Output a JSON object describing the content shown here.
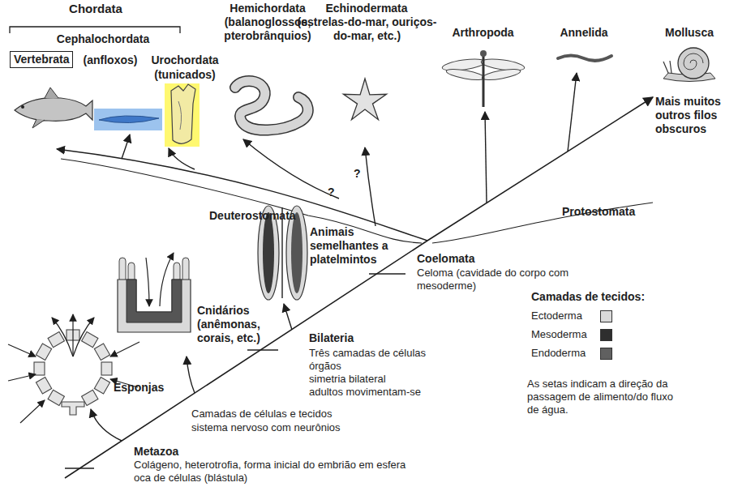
{
  "diagram": {
    "nodes": [
      {
        "text": [
          "Vertebrata"
        ]
      }
    ],
    "labels": [
      "Chordata",
      "Cephalochordata",
      "(anfloxos)",
      "Urochordata",
      "(tunicados)",
      "Hemichordata",
      "(balanoglossos, pterobrânquios)",
      "Echinodermata",
      "(estrelas-do-mar, ouriços-do-mar, etc.)",
      "Arthropoda",
      "Annelida",
      "Mollusca",
      "Mais muitos outros filos obscuros",
      "?",
      "?",
      "Deuterostomata",
      "Animais semelhantes a platelmintos",
      "Protostomata",
      "Coelomata",
      "Celoma (cavidade do corpo com mesoderme)",
      "Camadas de tecidos:",
      "Cnidários (anêmonas, corais, etc.)",
      "Bilateria",
      "Três camadas de células",
      "órgãos",
      "simetria bilateral",
      "adultos movimentam-se",
      "As setas indicam a direção da passagem de alimento/do fluxo de água.",
      "Esponjas",
      "Camadas de células e tecidos",
      "sistema nervoso com neurônios",
      "Metazoa",
      "Colágeno, heterotrofia, forma inicial do embrião em esfera oca de células (blástula)"
    ],
    "legend": [
      {
        "text": "Ectoderma",
        "color": "#d9d9d9"
      },
      {
        "text": "Mesoderma",
        "color": "#2e2e2e"
      },
      {
        "text": "Endoderma",
        "color": "#606060"
      }
    ]
  }
}
